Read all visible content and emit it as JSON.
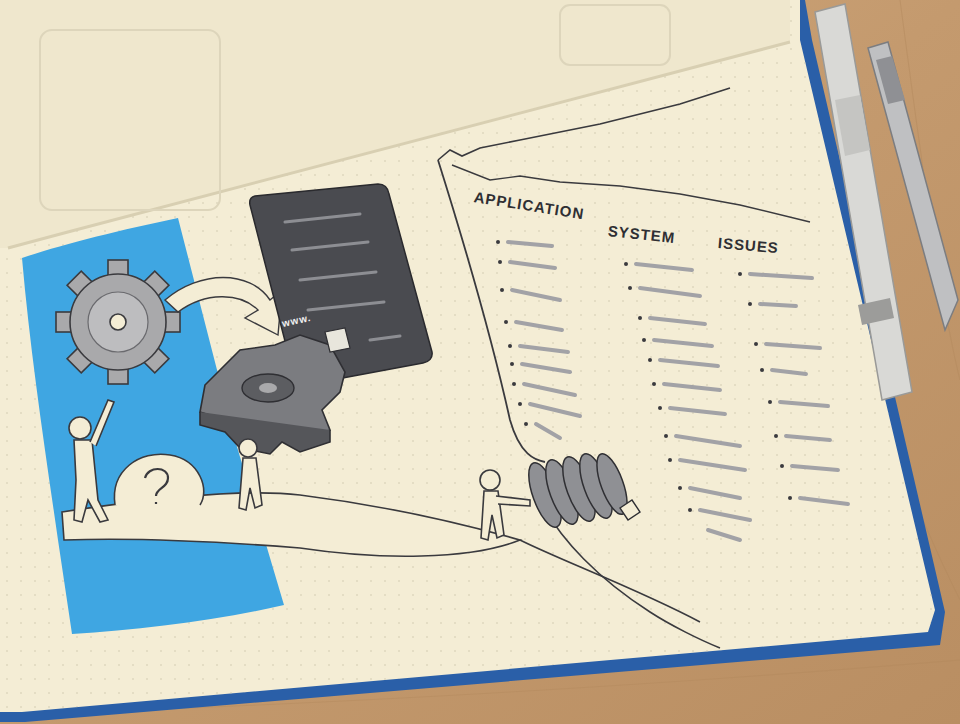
{
  "diagram": {
    "labels": [
      "APPLICATION",
      "SYSTEM",
      "ISSUES",
      "www."
    ]
  }
}
